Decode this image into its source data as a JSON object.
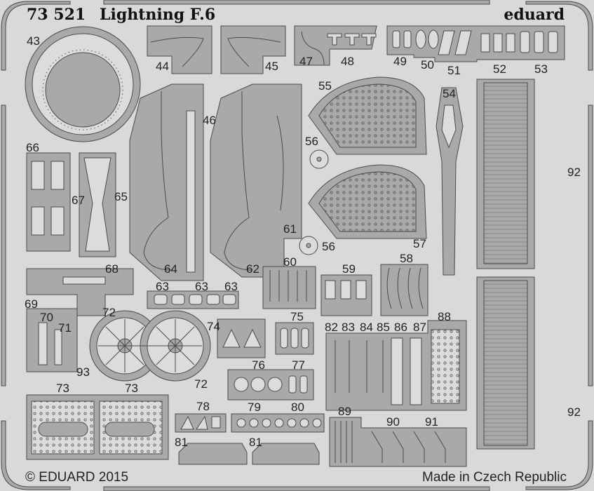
{
  "header": {
    "set_number": "73 521",
    "title": "Lightning F.6",
    "brand": "eduard"
  },
  "footer": {
    "copyright": "© EDUARD 2015",
    "origin": "Made in Czech Republic"
  },
  "part_labels": [
    "43",
    "44",
    "45",
    "46",
    "47",
    "48",
    "49",
    "50",
    "51",
    "52",
    "53",
    "54",
    "55",
    "56",
    "56",
    "57",
    "58",
    "59",
    "60",
    "61",
    "62",
    "63",
    "63",
    "63",
    "64",
    "65",
    "66",
    "67",
    "68",
    "69",
    "70",
    "71",
    "72",
    "72",
    "73",
    "73",
    "74",
    "75",
    "76",
    "77",
    "78",
    "79",
    "80",
    "81",
    "81",
    "82",
    "83",
    "84",
    "85",
    "86",
    "87",
    "88",
    "89",
    "90",
    "91",
    "92",
    "92",
    "93"
  ],
  "colors": {
    "background": "#d9d9d9",
    "part": "#a9a9a9",
    "outline": "#4a4a4a"
  }
}
